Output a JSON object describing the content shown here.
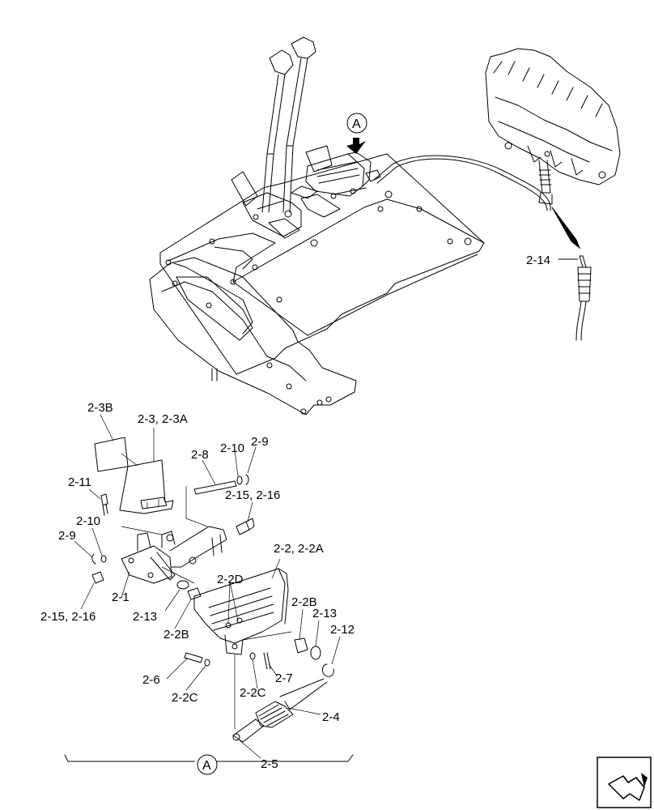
{
  "detail_marker": "A",
  "callouts": {
    "c2_14": "2-14",
    "c2_3B": "2-3B",
    "c2_3": "2-3, 2-3A",
    "c2_8": "2-8",
    "c2_10a": "2-10",
    "c2_9a": "2-9",
    "c2_11": "2-11",
    "c2_15a": "2-15, 2-16",
    "c2_10b": "2-10",
    "c2_9b": "2-9",
    "c2_2": "2-2, 2-2A",
    "c2_1": "2-1",
    "c2_2D": "2-2D",
    "c2_15b": "2-15, 2-16",
    "c2_13a": "2-13",
    "c2_2Ba": "2-2B",
    "c2_2Bb": "2-2B",
    "c2_13b": "2-13",
    "c2_12": "2-12",
    "c2_6": "2-6",
    "c2_7": "2-7",
    "c2_2Ca": "2-2C",
    "c2_2Cb": "2-2C",
    "c2_4": "2-4",
    "c2_5": "2-5"
  },
  "nav_icon": "next-page-arrow-icon"
}
